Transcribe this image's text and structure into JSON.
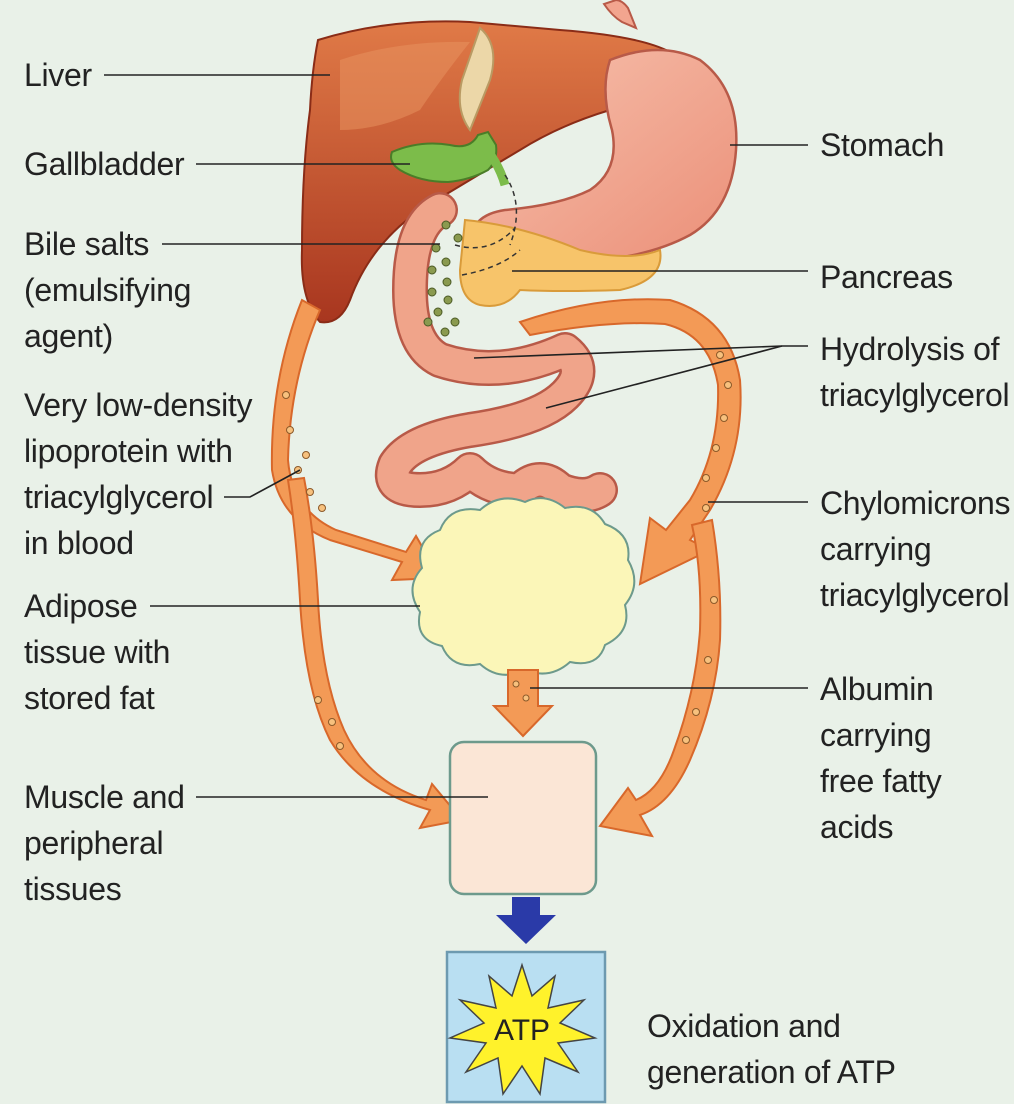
{
  "labels": {
    "liver": [
      "Liver"
    ],
    "gallbladder": [
      "Gallbladder"
    ],
    "bile_salts": [
      "Bile salts",
      "(emulsifying",
      "agent)"
    ],
    "vldl": [
      "Very low-density",
      "lipoprotein with",
      "triacylglycerol",
      "in blood"
    ],
    "adipose": [
      "Adipose",
      "tissue with",
      "stored fat"
    ],
    "muscle": [
      "Muscle and",
      "peripheral",
      "tissues"
    ],
    "stomach": [
      "Stomach"
    ],
    "pancreas": [
      "Pancreas"
    ],
    "hydrolysis": [
      "Hydrolysis of",
      "triacylglycerol"
    ],
    "chylomicrons": [
      "Chylomicrons",
      "carrying",
      "triacylglycerol"
    ],
    "albumin": [
      "Albumin",
      "carrying",
      "free fatty",
      "acids"
    ],
    "oxidation": [
      "Oxidation and",
      "generation of ATP"
    ],
    "atp": "ATP"
  },
  "colors": {
    "background": "#e9f1e8",
    "liver": "#c8552f",
    "stomach": "#f2a58f",
    "pancreas": "#f7c46a",
    "gallbladder": "#7cbc4a",
    "intestine": "#f0a48a",
    "arrow_fill": "#f39a56",
    "arrow_stroke": "#d8682b",
    "adipose": "#fbf6b8",
    "muscle_box": "#fbe6d6",
    "atp_box": "#b9dff2",
    "atp_star": "#fff22b",
    "down_arrow": "#2a3aa8"
  }
}
